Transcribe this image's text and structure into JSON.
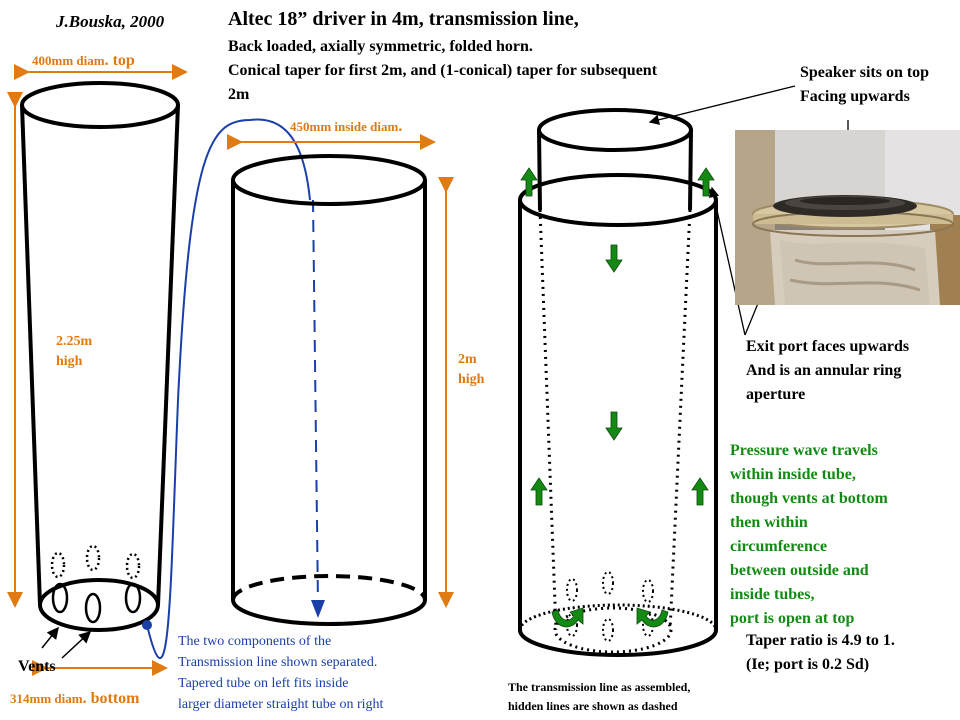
{
  "author": "J.Bouska, 2000",
  "title": "Altec 18” driver in 4m, transmission line,",
  "subtitle_lines": [
    "Back loaded, axially symmetric, folded horn.",
    "Conical taper for first 2m, and (1-conical) taper for subsequent",
    "2m"
  ],
  "left_tube": {
    "top_diam_prefix": "400mm diam",
    "top_diam_suffix": ". top",
    "height_line1": "2.25m",
    "height_line2": "high",
    "bottom_diam_prefix": "314mm diam",
    "bottom_diam_suffix": ". bottom",
    "vents_label": "Vents"
  },
  "middle_tube": {
    "inside_diam_prefix": "450mm inside diam",
    "inside_diam_suffix": ".",
    "height_line1": "2m",
    "height_line2": "high"
  },
  "separated_caption": [
    "The two components of the",
    "Transmission line shown separated.",
    "Tapered tube on left fits inside",
    "larger diameter  straight tube on right"
  ],
  "assembled_caption": [
    "The transmission line as assembled,",
    "hidden lines are shown as dashed"
  ],
  "speaker_label": [
    "Speaker sits on top",
    "Facing upwards"
  ],
  "exit_port_label": [
    "Exit port faces upwards",
    "And is an annular ring",
    "aperture"
  ],
  "pressure_text": [
    "Pressure wave travels",
    "within inside tube,",
    "though vents at bottom",
    "then within",
    "circumference",
    "between outside  and",
    "inside tubes,",
    "port is open at top"
  ],
  "taper_text": [
    "Taper ratio is 4.9 to 1.",
    "(Ie; port is 0.2 Sd)"
  ],
  "colors": {
    "orange": "#e07a12",
    "blue": "#1a3fa8",
    "green": "#148a14"
  }
}
